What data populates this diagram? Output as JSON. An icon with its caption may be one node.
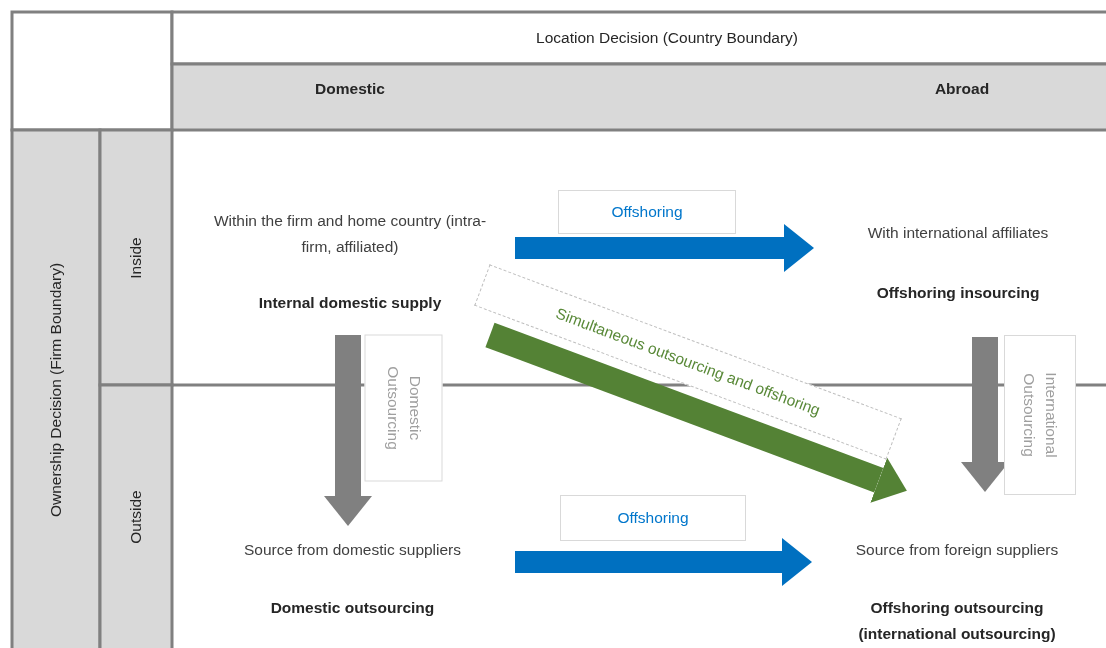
{
  "diagram": {
    "nodes": [
      {
        "text": [
          "Within the firm and home country (intra-firm, affiliated)",
          "Internal domestic supply"
        ]
      },
      {
        "text": [
          "With international affiliates",
          "Offshoring insourcing"
        ]
      },
      {
        "text": [
          "Source from domestic suppliers",
          "Domestic outsourcing"
        ]
      },
      {
        "text": [
          "Source from foreign suppliers",
          "Offshoring outsourcing (international outsourcing)"
        ]
      }
    ],
    "edges": [
      {
        "from": 0,
        "to": 1,
        "arrow": "to",
        "label": "Offshoring",
        "color": "#0070c0"
      },
      {
        "from": 0,
        "to": 2,
        "arrow": "to",
        "label": "Domestic Outsourcing",
        "color": "#808080"
      },
      {
        "from": 0,
        "to": 3,
        "arrow": "to",
        "label": "Simultaneous outsourcing and offshoring",
        "color": "#548235"
      },
      {
        "from": 1,
        "to": 3,
        "arrow": "to",
        "label": "International Outsourcing",
        "color": "#808080"
      },
      {
        "from": 2,
        "to": 3,
        "arrow": "to",
        "label": "Offshoring",
        "color": "#0070c0"
      }
    ],
    "labels": [
      "Location Decision (Country Boundary)",
      "Domestic",
      "Abroad",
      "Ownership Decision (Firm Boundary)",
      "Inside",
      "Outside"
    ]
  }
}
